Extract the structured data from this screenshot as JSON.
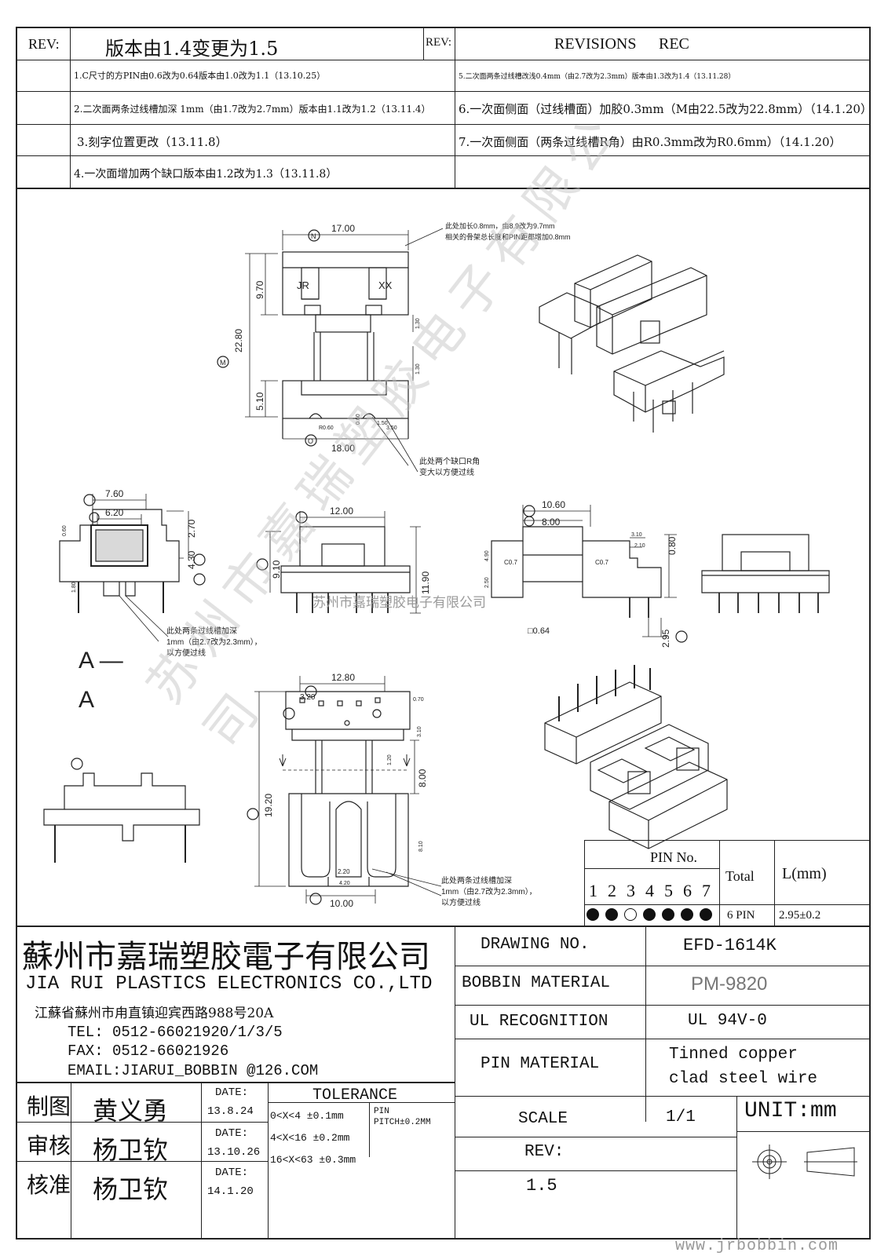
{
  "revision_header": {
    "rev_label_left": "REV:",
    "rev_title": "版本由1.4变更为1.5",
    "rev_label_right": "REV:",
    "revisions_label": "REVISIONS",
    "rec_label": "REC"
  },
  "revisions_left": [
    "1.C尺寸的方PIN由0.6改为0.64版本由1.0改为1.1（13.10.25）",
    "2.二次面两条过线槽加深 1mm（由1.7改为2.7mm）版本由1.1改为1.2（13.11.4）",
    "3.刻字位置更改（13.11.8）",
    "4.一次面增加两个缺口版本由1.2改为1.3（13.11.8）"
  ],
  "revisions_right": [
    "5.二次面两条过线槽改浅0.4mm（由2.7改为2.3mm）版本由1.3改为1.4（13.11.28）",
    "6.一次面侧面（过线槽面）加胶0.3mm（M由22.5改为22.8mm）（14.1.20）",
    "7.一次面侧面（两条过线槽R角）由R0.3mm改为R0.6mm）（14.1.20）",
    ""
  ],
  "drawing": {
    "note_top": "此处加长0.8mm，由8.9改为9.7mm",
    "note_top2": "相关的骨架总长度和PIN距都增加0.8mm",
    "note_notch": "此处两个缺口R角",
    "note_notch2": "变大以方便过线",
    "note_slot": "此处两条过线槽加深",
    "note_slot2": "1mm（由2.7改为2.3mm），",
    "note_slot3": "以方便过线",
    "note_slot_b": "此处两条过线槽加深",
    "note_slot_b2": "1mm（由2.7改为2.3mm），",
    "note_slot_b3": "以方便过线",
    "section_label_1": "A —",
    "section_label_2": "A",
    "mark_jr": "JR",
    "mark_xx": "XX",
    "watermark": "苏州市嘉瑞塑胶电子有限公司",
    "dims": {
      "n": "17.00",
      "h970": "9.70",
      "m": "22.80",
      "h510": "5.10",
      "o": "18.00",
      "g2": "7.60",
      "g": "6.20",
      "v270": "2.70",
      "v430": "4.30",
      "v060": "0.60",
      "v180": "1.80",
      "i": "12.00",
      "d": "9.10",
      "v1190": "11.90",
      "f2": "10.60",
      "f": "8.00",
      "v310": "3.10",
      "v210": "2.10",
      "v080": "0.80",
      "v490": "4.90",
      "v250": "2.50",
      "c07a": "C0.7",
      "c07b": "C0.7",
      "pin064": "□0.64",
      "c": "2.95",
      "k": "12.80",
      "b1": "3.20",
      "v070": "0.70",
      "v310b": "3.10",
      "v120": "1.20",
      "v800": "8.00",
      "a": "19.20",
      "v810": "8.10",
      "v220": "2.20",
      "v420": "4.20",
      "b2": "10.00",
      "r150": "R0.60",
      "v060b": "0.60",
      "v350": "3.50",
      "v150": "1.50",
      "v130": "1.30",
      "v130b": "1.30"
    }
  },
  "pin_table": {
    "header": "PIN No.",
    "numbers": [
      "1",
      "2",
      "3",
      "4",
      "5",
      "6",
      "7"
    ],
    "filled": [
      true,
      true,
      false,
      true,
      true,
      true,
      true
    ],
    "total_label": "Total",
    "total_value": "6 PIN",
    "length_label": "L(mm)",
    "length_value": "2.95±0.2"
  },
  "company": {
    "name_cn": "蘇州市嘉瑞塑胶電子有限公司",
    "name_en": "JIA RUI PLASTICS ELECTRONICS CO.,LTD",
    "address": "江蘇省蘇州市甪直镇迎宾西路988号20A",
    "tel": "TEL: 0512-66021920/1/3/5",
    "fax": "FAX: 0512-66021926",
    "email": "EMAIL:JIARUI_BOBBIN @126.COM"
  },
  "title_block": {
    "drawing_no_label": "DRAWING   NO.",
    "drawing_no": "EFD-1614K",
    "bobbin_material_label": "BOBBIN  MATERIAL",
    "bobbin_material": "PM-9820",
    "ul_label": "UL RECOGNITION",
    "ul_value": "UL 94V-0",
    "pin_material_label": "PIN MATERIAL",
    "pin_material_1": "Tinned copper",
    "pin_material_2": "clad steel wire",
    "scale_label": "SCALE",
    "scale_value": "1/1",
    "unit": "UNIT:mm",
    "rev_label": "REV:",
    "rev_value": "1.5"
  },
  "signatures": [
    {
      "role": "制图",
      "name": "黄义勇",
      "date_label": "DATE:",
      "date": "13.8.24"
    },
    {
      "role": "审核",
      "name": "杨卫钦",
      "date_label": "DATE:",
      "date": "13.10.26"
    },
    {
      "role": "核准",
      "name": "杨卫钦",
      "date_label": "DATE:",
      "date": "14.1.20"
    }
  ],
  "tolerance": {
    "title": "TOLERANCE",
    "rows": [
      "0<X<4  ±0.1mm",
      "4<X<16 ±0.2mm",
      "16<X<63 ±0.3mm"
    ],
    "pin_label": "PIN",
    "pin_pitch": "PITCH±0.2MM"
  },
  "footer_url": "www.jrbobbin.com"
}
